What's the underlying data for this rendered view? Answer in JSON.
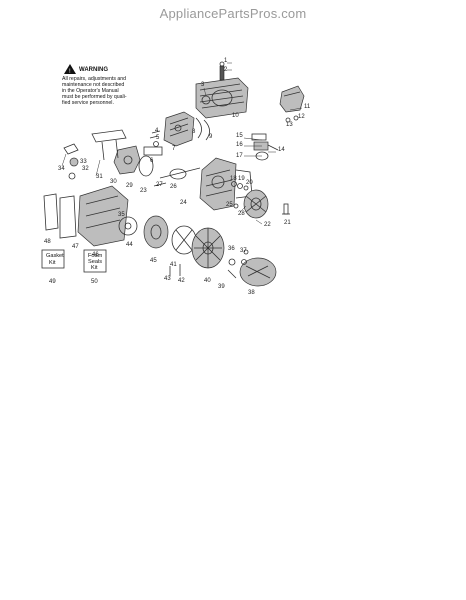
{
  "header": {
    "site": "AppliancePartsPros.com"
  },
  "warning": {
    "title": "WARNING",
    "lines": [
      "All repairs, adjustments and",
      "maintenance not described",
      "in the Operator's Manual",
      "must be performed by quali-",
      "fied service personnel."
    ]
  },
  "kits": [
    {
      "label_line1": "Gasket",
      "label_line2": "Kit",
      "number": "49"
    },
    {
      "label_line1": "Foam",
      "label_line2": "Seals",
      "label_line3": "Kit",
      "number": "50"
    }
  ],
  "callouts": {
    "c1": "1",
    "c2": "2",
    "c3": "3",
    "c4": "4",
    "c5": "5",
    "c6": "6",
    "c7": "7",
    "c8": "8",
    "c9": "9",
    "c10": "10",
    "c11": "11",
    "c12": "12",
    "c13": "13",
    "c14": "14",
    "c15": "15",
    "c16": "16",
    "c17": "17",
    "c18": "18",
    "c19": "19",
    "c20": "20",
    "c21": "21",
    "c22": "22",
    "c23": "23",
    "c24": "24",
    "c25": "25",
    "c26": "26",
    "c27": "27",
    "c28": "28",
    "c29": "29",
    "c30": "30",
    "c31": "31",
    "c32": "32",
    "c33": "33",
    "c34": "34",
    "c35": "35",
    "c36": "36",
    "c37": "37",
    "c38": "38",
    "c39": "39",
    "c40": "40",
    "c41": "41",
    "c42": "42",
    "c43": "43",
    "c44": "44",
    "c45": "45",
    "c46": "46",
    "c47": "47",
    "c48": "48"
  }
}
